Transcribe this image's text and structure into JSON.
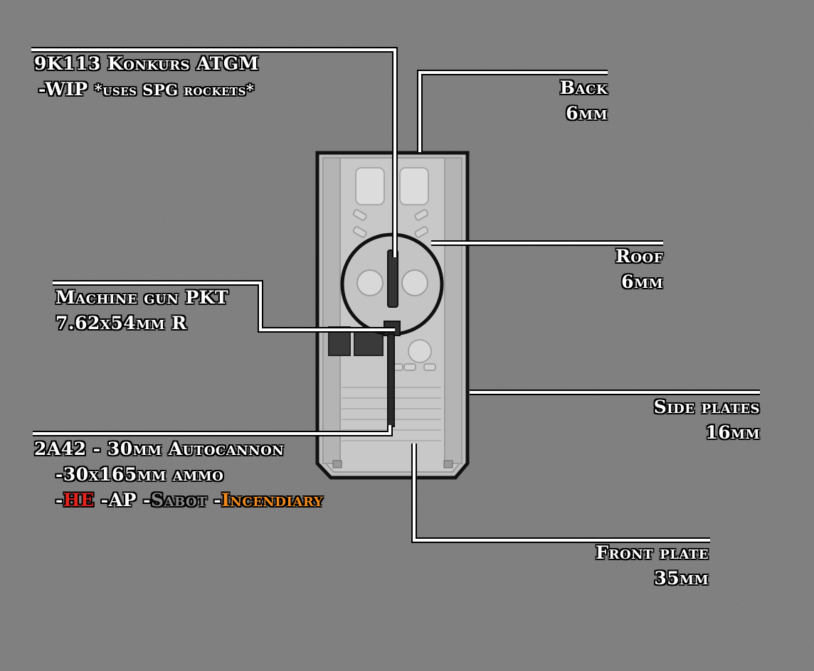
{
  "callouts": {
    "atgm": {
      "name": "9K113 Konkurs ATGM",
      "note_prefix": "-WIP ",
      "note": "*uses SPG rockets*"
    },
    "back": {
      "name": "Back",
      "thickness": "6mm"
    },
    "roof": {
      "name": "Roof",
      "thickness": "6mm"
    },
    "mg": {
      "name": "Machine gun PKT",
      "caliber": "7.62x54mm R"
    },
    "side": {
      "name": "Side plates",
      "thickness": "16mm"
    },
    "autocannon": {
      "name": "2A42 - 30mm Autocannon",
      "ammo": "-30x165mm ammo",
      "types": [
        {
          "sep": "-",
          "label": "HE",
          "color": "#e8231c"
        },
        {
          "sep": " -",
          "label": "AP",
          "color": "#ffffff"
        },
        {
          "sep": " -",
          "label": "Sabot",
          "color": "#8a8a8a"
        },
        {
          "sep": " -",
          "label": "Incendiary",
          "color": "#f08a1c"
        }
      ]
    },
    "front": {
      "name": "Front plate",
      "thickness": "35mm"
    }
  },
  "colors": {
    "background": "#7b7b7b",
    "hull": "#c9c9c9",
    "outline": "#111111",
    "leader_line": "#ffffff"
  }
}
